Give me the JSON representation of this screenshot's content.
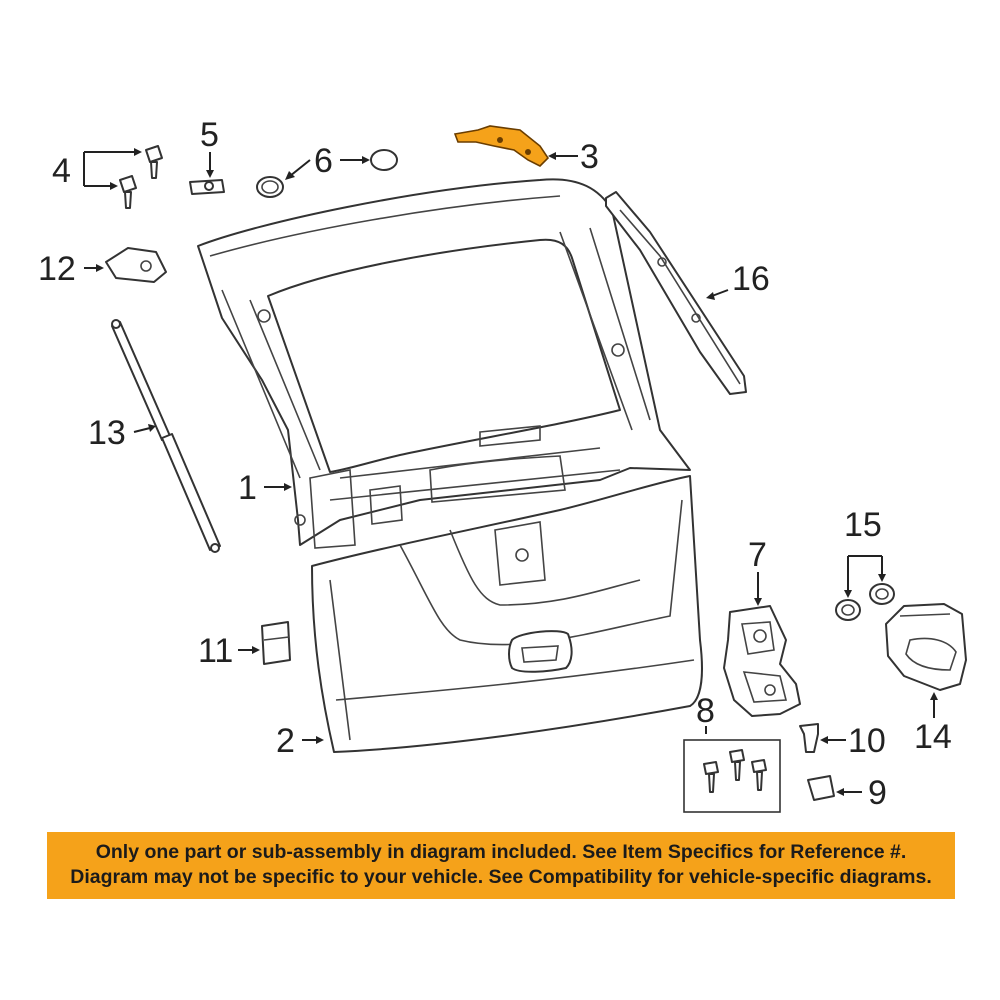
{
  "callouts": {
    "c1": "1",
    "c2": "2",
    "c3": "3",
    "c4": "4",
    "c5": "5",
    "c6": "6",
    "c7": "7",
    "c8": "8",
    "c9": "9",
    "c10": "10",
    "c11": "11",
    "c12": "12",
    "c13": "13",
    "c14": "14",
    "c15": "15",
    "c16": "16"
  },
  "highlighted_part": "3",
  "colors": {
    "banner": "#f5a21a",
    "highlight": "#f5a21a",
    "line": "#333333"
  },
  "notice": {
    "line1": "Only one part or sub-assembly in diagram included. See Item Specifics for Reference #.",
    "line2": "Diagram may not be specific to your vehicle. See Compatibility for vehicle-specific diagrams."
  }
}
